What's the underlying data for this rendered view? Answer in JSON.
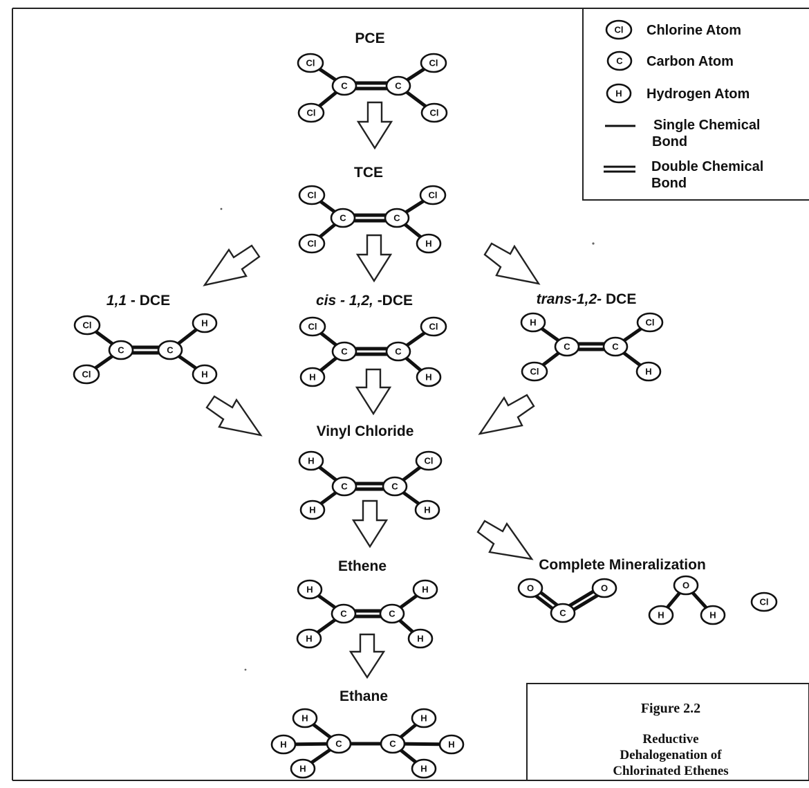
{
  "molecules": {
    "pce": "PCE",
    "tce": "TCE",
    "dce_11_num": "1,1",
    "dce_11_rest": " - DCE",
    "dce_cis_num": "cis - 1,2,",
    "dce_cis_rest": " -DCE",
    "dce_trans_num": "trans-1,2-",
    "dce_trans_rest": " DCE",
    "vinyl": "Vinyl Chloride",
    "ethene": "Ethene",
    "ethane": "Ethane",
    "mineral": "Complete Mineralization"
  },
  "atoms": {
    "cl": "Cl",
    "c": "C",
    "h": "H",
    "o": "O"
  },
  "legend": {
    "chlorine": "Chlorine Atom",
    "carbon": "Carbon Atom",
    "hydrogen": "Hydrogen Atom",
    "single_1": "Single Chemical",
    "single_2": "Bond",
    "double_1": "Double Chemical",
    "double_2": "Bond"
  },
  "caption": {
    "figure": "Figure 2.2",
    "line1": "Reductive",
    "line2": "Dehalogenation of",
    "line3": "Chlorinated Ethenes"
  }
}
